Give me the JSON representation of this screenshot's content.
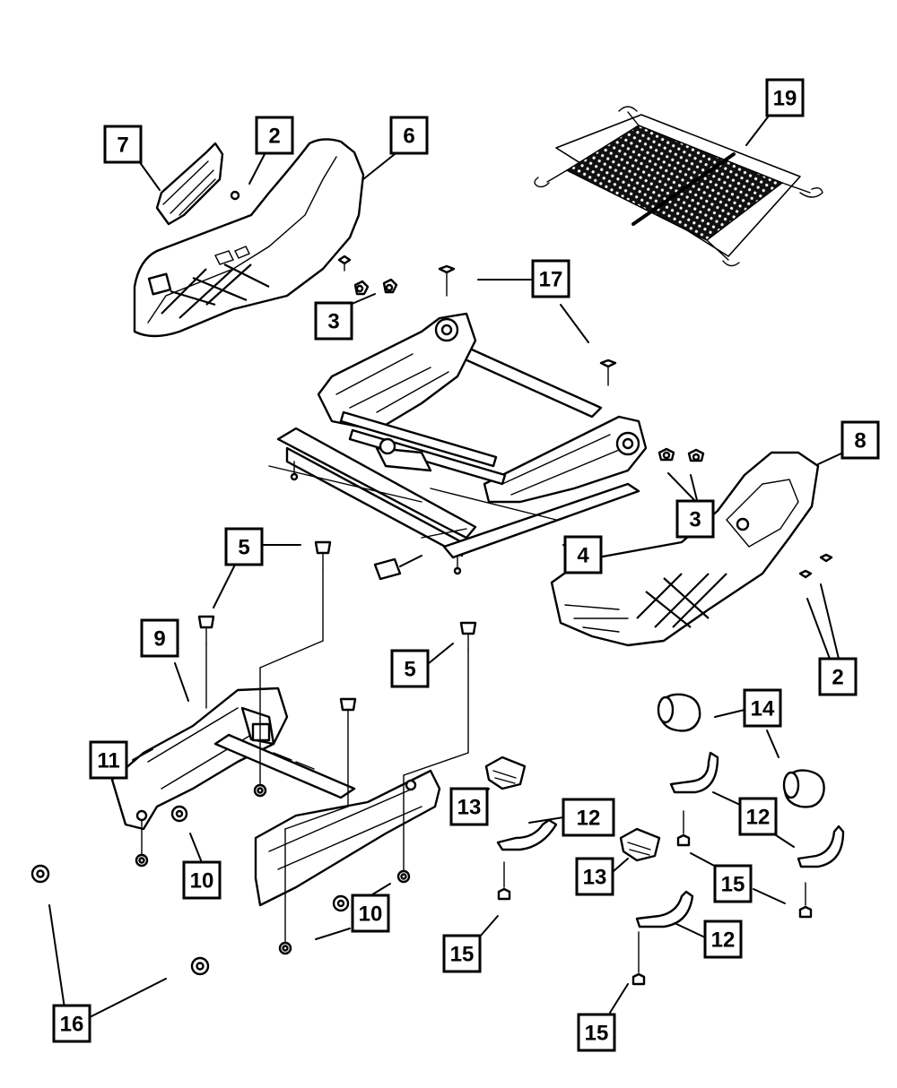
{
  "callouts": [
    {
      "id": "c2a",
      "label": "2"
    },
    {
      "id": "c2b",
      "label": "2"
    },
    {
      "id": "c3a",
      "label": "3"
    },
    {
      "id": "c3b",
      "label": "3"
    },
    {
      "id": "c4",
      "label": "4"
    },
    {
      "id": "c5a",
      "label": "5"
    },
    {
      "id": "c5b",
      "label": "5"
    },
    {
      "id": "c6",
      "label": "6"
    },
    {
      "id": "c7",
      "label": "7"
    },
    {
      "id": "c8",
      "label": "8"
    },
    {
      "id": "c9",
      "label": "9"
    },
    {
      "id": "c10a",
      "label": "10"
    },
    {
      "id": "c10b",
      "label": "10"
    },
    {
      "id": "c11",
      "label": "11"
    },
    {
      "id": "c12a",
      "label": "12"
    },
    {
      "id": "c12b",
      "label": "12"
    },
    {
      "id": "c12c",
      "label": "12"
    },
    {
      "id": "c13a",
      "label": "13"
    },
    {
      "id": "c13b",
      "label": "13"
    },
    {
      "id": "c14",
      "label": "14"
    },
    {
      "id": "c15a",
      "label": "15"
    },
    {
      "id": "c15b",
      "label": "15"
    },
    {
      "id": "c15c",
      "label": "15"
    },
    {
      "id": "c16",
      "label": "16"
    },
    {
      "id": "c17",
      "label": "17"
    },
    {
      "id": "c19",
      "label": "19"
    }
  ],
  "colors": {
    "line": "#000000",
    "background": "#ffffff",
    "net_fill": "#111111"
  }
}
